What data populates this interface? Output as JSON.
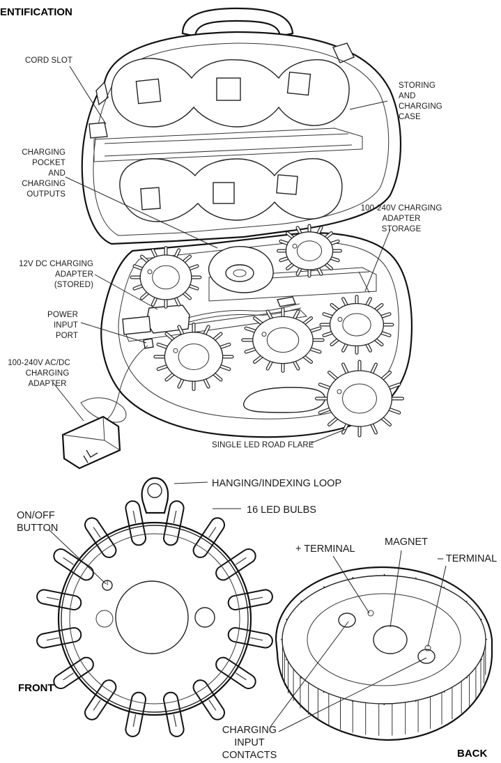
{
  "header": {
    "title": "ENTIFICATION"
  },
  "labels": {
    "cord_slot": "CORD SLOT",
    "storing_case": [
      "STORING",
      "AND",
      "CHARGING",
      "CASE"
    ],
    "charging_pocket": [
      "CHARGING",
      "POCKET",
      "AND",
      "CHARGING",
      "OUTPUTS"
    ],
    "adapter_storage": [
      "100-240V CHARGING",
      "ADAPTER",
      "STORAGE"
    ],
    "dc_adapter": [
      "12V DC CHARGING",
      "ADAPTER",
      "(STORED)"
    ],
    "power_port": [
      "POWER",
      "INPUT",
      "PORT"
    ],
    "acdc_adapter": [
      "100-240V  AC/DC",
      "CHARGING",
      "ADAPTER"
    ],
    "single_flare": "SINGLE LED ROAD FLARE",
    "hanging_loop": "HANGING/INDEXING LOOP",
    "led_bulbs": "16 LED BULBS",
    "on_off": [
      "ON/OFF",
      "BUTTON"
    ],
    "plus_terminal": "+ TERMINAL",
    "magnet": "MAGNET",
    "minus_terminal": "– TERMINAL",
    "front": "FRONT",
    "back": "BACK",
    "charging_contacts": [
      "CHARGING",
      "INPUT",
      "CONTACTS"
    ]
  }
}
